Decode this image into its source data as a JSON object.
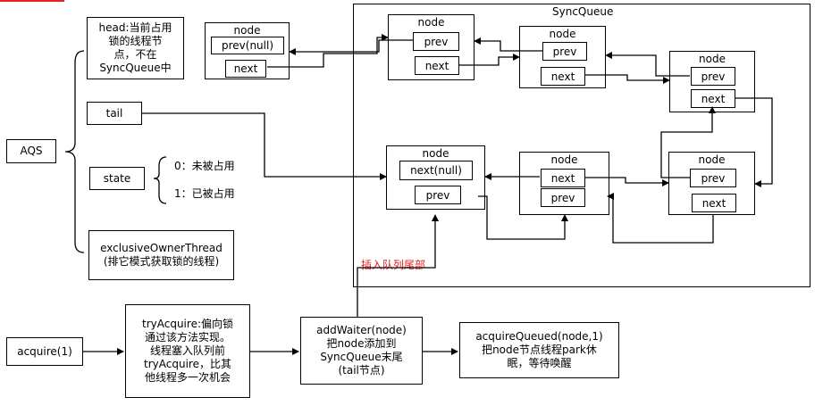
{
  "aqs": {
    "label": "AQS"
  },
  "head": {
    "text": "head:当前占用\n锁的线程节\n点，不在\nSyncQueue中"
  },
  "tail": {
    "label": "tail"
  },
  "state": {
    "label": "state",
    "opt0": "0：未被占用",
    "opt1": "1：已被占用"
  },
  "owner": {
    "text": "exclusiveOwnerThread\n(排它模式获取锁的线程)"
  },
  "sync_queue": {
    "title": "SyncQueue"
  },
  "nodes": {
    "head_node": {
      "title": "node",
      "f1": "prev(null)",
      "f2": "next"
    },
    "q1": {
      "title": "node",
      "f1": "prev",
      "f2": "next"
    },
    "q2": {
      "title": "node",
      "f1": "prev",
      "f2": "next"
    },
    "q3": {
      "title": "node",
      "f1": "prev",
      "f2": "next"
    },
    "q4": {
      "title": "node",
      "f1": "prev",
      "f2": "next"
    },
    "q5": {
      "title": "node",
      "f1": "next",
      "f2": "prev"
    },
    "q6": {
      "title": "node",
      "f1": "next(null)",
      "f2": "prev"
    }
  },
  "insert_label": "插入队列尾部",
  "flow": {
    "acquire": "acquire(1)",
    "try_acquire": "tryAcquire:偏向锁\n通过该方法实现。\n线程塞入队列前\ntryAcquire，比其\n他线程多一次机会",
    "add_waiter": "addWaiter(node)\n把node添加到\nSyncQueue末尾\n(tail节点)",
    "acquire_queued": "acquireQueued(node,1)\n把node节点线程park休\n眠，等待唤醒"
  },
  "colors": {
    "accent_red": "#e52020",
    "line": "#000000"
  }
}
